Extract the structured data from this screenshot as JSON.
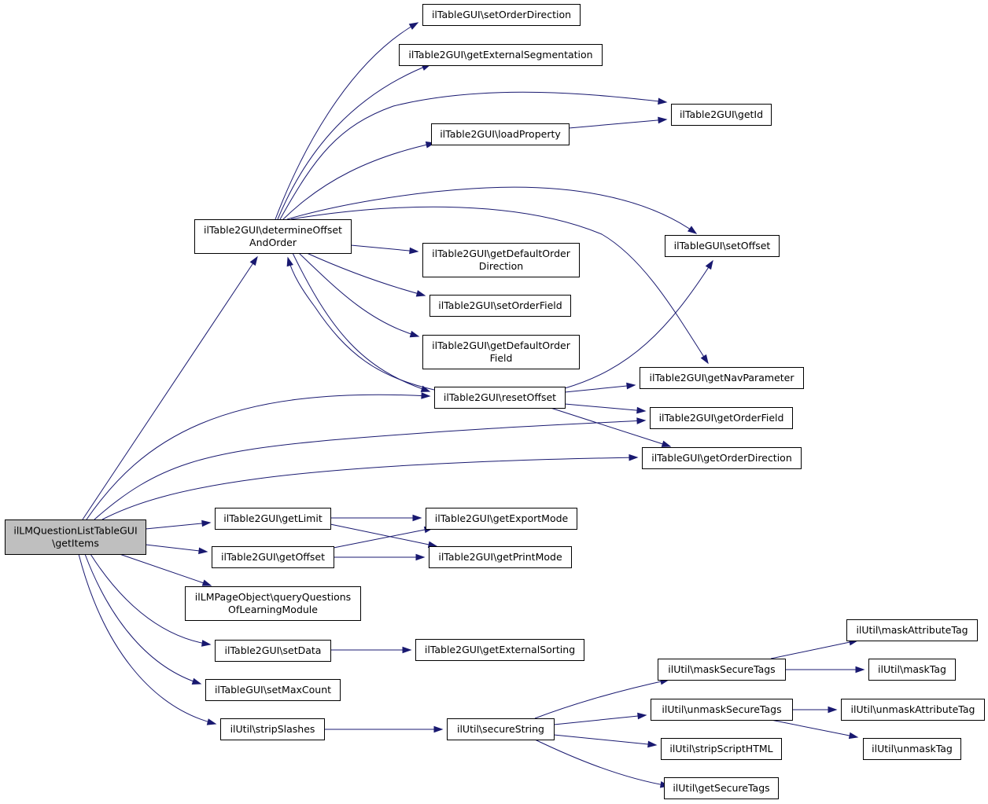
{
  "diagram": {
    "type": "call-graph",
    "nodes": [
      {
        "id": "root",
        "lines": [
          "ilLMQuestionListTableGUI",
          "\\getItems"
        ],
        "highlighted": true
      },
      {
        "id": "determine",
        "lines": [
          "ilTable2GUI\\determineOffset",
          "AndOrder"
        ]
      },
      {
        "id": "setOrderDirection",
        "lines": [
          "ilTableGUI\\setOrderDirection"
        ]
      },
      {
        "id": "getExternalSegmentation",
        "lines": [
          "ilTable2GUI\\getExternalSegmentation"
        ]
      },
      {
        "id": "getId",
        "lines": [
          "ilTable2GUI\\getId"
        ]
      },
      {
        "id": "loadProperty",
        "lines": [
          "ilTable2GUI\\loadProperty"
        ]
      },
      {
        "id": "setOffset",
        "lines": [
          "ilTableGUI\\setOffset"
        ]
      },
      {
        "id": "getDefaultOrderDirection",
        "lines": [
          "ilTable2GUI\\getDefaultOrder",
          "Direction"
        ]
      },
      {
        "id": "setOrderField",
        "lines": [
          "ilTable2GUI\\setOrderField"
        ]
      },
      {
        "id": "getDefaultOrderField",
        "lines": [
          "ilTable2GUI\\getDefaultOrder",
          "Field"
        ]
      },
      {
        "id": "getNavParameter",
        "lines": [
          "ilTable2GUI\\getNavParameter"
        ]
      },
      {
        "id": "resetOffset",
        "lines": [
          "ilTable2GUI\\resetOffset"
        ]
      },
      {
        "id": "getOrderField",
        "lines": [
          "ilTable2GUI\\getOrderField"
        ]
      },
      {
        "id": "getOrderDirection",
        "lines": [
          "ilTableGUI\\getOrderDirection"
        ]
      },
      {
        "id": "getLimit",
        "lines": [
          "ilTable2GUI\\getLimit"
        ]
      },
      {
        "id": "getExportMode",
        "lines": [
          "ilTable2GUI\\getExportMode"
        ]
      },
      {
        "id": "getOffset",
        "lines": [
          "ilTable2GUI\\getOffset"
        ]
      },
      {
        "id": "getPrintMode",
        "lines": [
          "ilTable2GUI\\getPrintMode"
        ]
      },
      {
        "id": "queryQuestions",
        "lines": [
          "ilLMPageObject\\queryQuestions",
          "OfLearningModule"
        ]
      },
      {
        "id": "setData",
        "lines": [
          "ilTable2GUI\\setData"
        ]
      },
      {
        "id": "getExternalSorting",
        "lines": [
          "ilTable2GUI\\getExternalSorting"
        ]
      },
      {
        "id": "setMaxCount",
        "lines": [
          "ilTableGUI\\setMaxCount"
        ]
      },
      {
        "id": "stripSlashes",
        "lines": [
          "ilUtil\\stripSlashes"
        ]
      },
      {
        "id": "secureString",
        "lines": [
          "ilUtil\\secureString"
        ]
      },
      {
        "id": "maskSecureTags",
        "lines": [
          "ilUtil\\maskSecureTags"
        ]
      },
      {
        "id": "maskAttributeTag",
        "lines": [
          "ilUtil\\maskAttributeTag"
        ]
      },
      {
        "id": "maskTag",
        "lines": [
          "ilUtil\\maskTag"
        ]
      },
      {
        "id": "unmaskSecureTags",
        "lines": [
          "ilUtil\\unmaskSecureTags"
        ]
      },
      {
        "id": "unmaskAttributeTag",
        "lines": [
          "ilUtil\\unmaskAttributeTag"
        ]
      },
      {
        "id": "unmaskTag",
        "lines": [
          "ilUtil\\unmaskTag"
        ]
      },
      {
        "id": "stripScriptHTML",
        "lines": [
          "ilUtil\\stripScriptHTML"
        ]
      },
      {
        "id": "getSecureTags",
        "lines": [
          "ilUtil\\getSecureTags"
        ]
      }
    ],
    "edges": [
      [
        "root",
        "determine"
      ],
      [
        "root",
        "resetOffset"
      ],
      [
        "root",
        "getOrderField"
      ],
      [
        "root",
        "getOrderDirection"
      ],
      [
        "root",
        "getLimit"
      ],
      [
        "root",
        "getOffset"
      ],
      [
        "root",
        "queryQuestions"
      ],
      [
        "root",
        "setData"
      ],
      [
        "root",
        "setMaxCount"
      ],
      [
        "root",
        "stripSlashes"
      ],
      [
        "determine",
        "setOrderDirection"
      ],
      [
        "determine",
        "getExternalSegmentation"
      ],
      [
        "determine",
        "getId"
      ],
      [
        "determine",
        "loadProperty"
      ],
      [
        "determine",
        "setOffset"
      ],
      [
        "determine",
        "getNavParameter"
      ],
      [
        "determine",
        "getDefaultOrderDirection"
      ],
      [
        "determine",
        "setOrderField"
      ],
      [
        "determine",
        "getDefaultOrderField"
      ],
      [
        "determine",
        "resetOffset"
      ],
      [
        "loadProperty",
        "getId"
      ],
      [
        "resetOffset",
        "determine"
      ],
      [
        "resetOffset",
        "setOffset"
      ],
      [
        "resetOffset",
        "getNavParameter"
      ],
      [
        "resetOffset",
        "getOrderField"
      ],
      [
        "resetOffset",
        "getOrderDirection"
      ],
      [
        "getLimit",
        "getExportMode"
      ],
      [
        "getLimit",
        "getPrintMode"
      ],
      [
        "getOffset",
        "getExportMode"
      ],
      [
        "getOffset",
        "getPrintMode"
      ],
      [
        "setData",
        "getExternalSorting"
      ],
      [
        "stripSlashes",
        "secureString"
      ],
      [
        "secureString",
        "maskSecureTags"
      ],
      [
        "secureString",
        "unmaskSecureTags"
      ],
      [
        "secureString",
        "stripScriptHTML"
      ],
      [
        "secureString",
        "getSecureTags"
      ],
      [
        "maskSecureTags",
        "maskAttributeTag"
      ],
      [
        "maskSecureTags",
        "maskTag"
      ],
      [
        "unmaskSecureTags",
        "unmaskAttributeTag"
      ],
      [
        "unmaskSecureTags",
        "unmaskTag"
      ]
    ],
    "colors": {
      "edge": "#191970",
      "root_fill": "#bfbfbf",
      "node_fill": "#ffffff",
      "border": "#000000"
    }
  }
}
